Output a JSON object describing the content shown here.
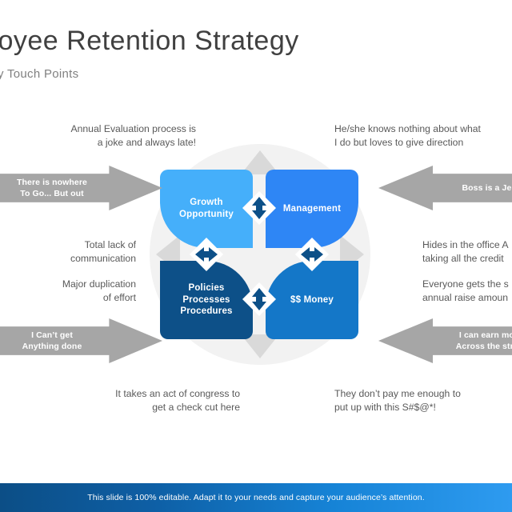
{
  "slide": {
    "title": "ployee Retention Strategy",
    "subtitle": "Key Touch Points"
  },
  "diagram": {
    "quadrants": [
      {
        "id": "growth",
        "label": "Growth\nOpportunity",
        "color": "#45AFFA"
      },
      {
        "id": "management",
        "label": "Management",
        "color": "#2E86F5"
      },
      {
        "id": "policies",
        "label": "Policies\nProcesses\nProcedures",
        "color": "#0D5088"
      },
      {
        "id": "money",
        "label": "$$ Money",
        "color": "#1477C8"
      }
    ],
    "quadrant_labels": {
      "growth_line1": "Growth",
      "growth_line2": "Opportunity",
      "management": "Management",
      "policies_line1": "Policies",
      "policies_line2": "Processes",
      "policies_line3": "Procedures",
      "money": "$$ Money"
    },
    "connector_color": "#0D5088",
    "connector_icons": [
      "double-arrow-vertical-icon",
      "double-arrow-vertical-icon",
      "double-arrow-horizontal-icon",
      "double-arrow-horizontal-icon"
    ]
  },
  "callouts": {
    "color": "#A6A6A6",
    "top_left": {
      "line1": "There is nowhere",
      "line2": "To Go... But out",
      "direction": "right"
    },
    "bottom_left": {
      "line1": "I Can’t get",
      "line2": "Anything done",
      "direction": "right"
    },
    "top_right": {
      "line1": "Boss is a Jerk",
      "line2": "",
      "direction": "left"
    },
    "bottom_right": {
      "line1": "I can earn more",
      "line2": "Across the street",
      "direction": "left"
    }
  },
  "notes": {
    "top_left": {
      "line1": "Annual Evaluation process is",
      "line2": "a joke and always late!"
    },
    "top_right": {
      "line1": "He/she knows nothing about what",
      "line2": "I do but loves to give direction"
    },
    "mid_left_1": {
      "line1": "Total lack of",
      "line2": "communication"
    },
    "mid_left_2": {
      "line1": "Major duplication",
      "line2": "of effort"
    },
    "mid_right_1": {
      "line1": "Hides in the office A",
      "line2": "taking all the credit"
    },
    "mid_right_2": {
      "line1": "Everyone gets the s",
      "line2": "annual raise amoun"
    },
    "bottom_left": {
      "line1": "It takes an act of congress to",
      "line2": "get a check cut here"
    },
    "bottom_right": {
      "line1": "They don’t pay me enough to",
      "line2": "put up with this  S#$@*!"
    }
  },
  "banner": {
    "text": "This slide is 100% editable. Adapt it to your needs and capture your audience’s attention.",
    "gradient_from": "#0C4E86",
    "gradient_to": "#2E9BF0"
  }
}
